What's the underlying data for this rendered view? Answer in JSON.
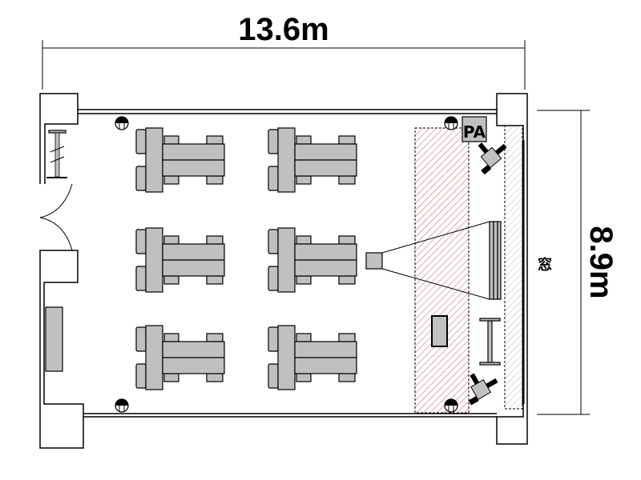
{
  "dimensions": {
    "width_label": "13.6m",
    "depth_label": "8.9m"
  },
  "labels": {
    "window": "窓",
    "pa": "PA"
  },
  "colors": {
    "stage_hatch": "#d08080",
    "window_hatch": "#b0b0b0",
    "furniture": "#c0c0c0"
  },
  "table_groups": 6
}
